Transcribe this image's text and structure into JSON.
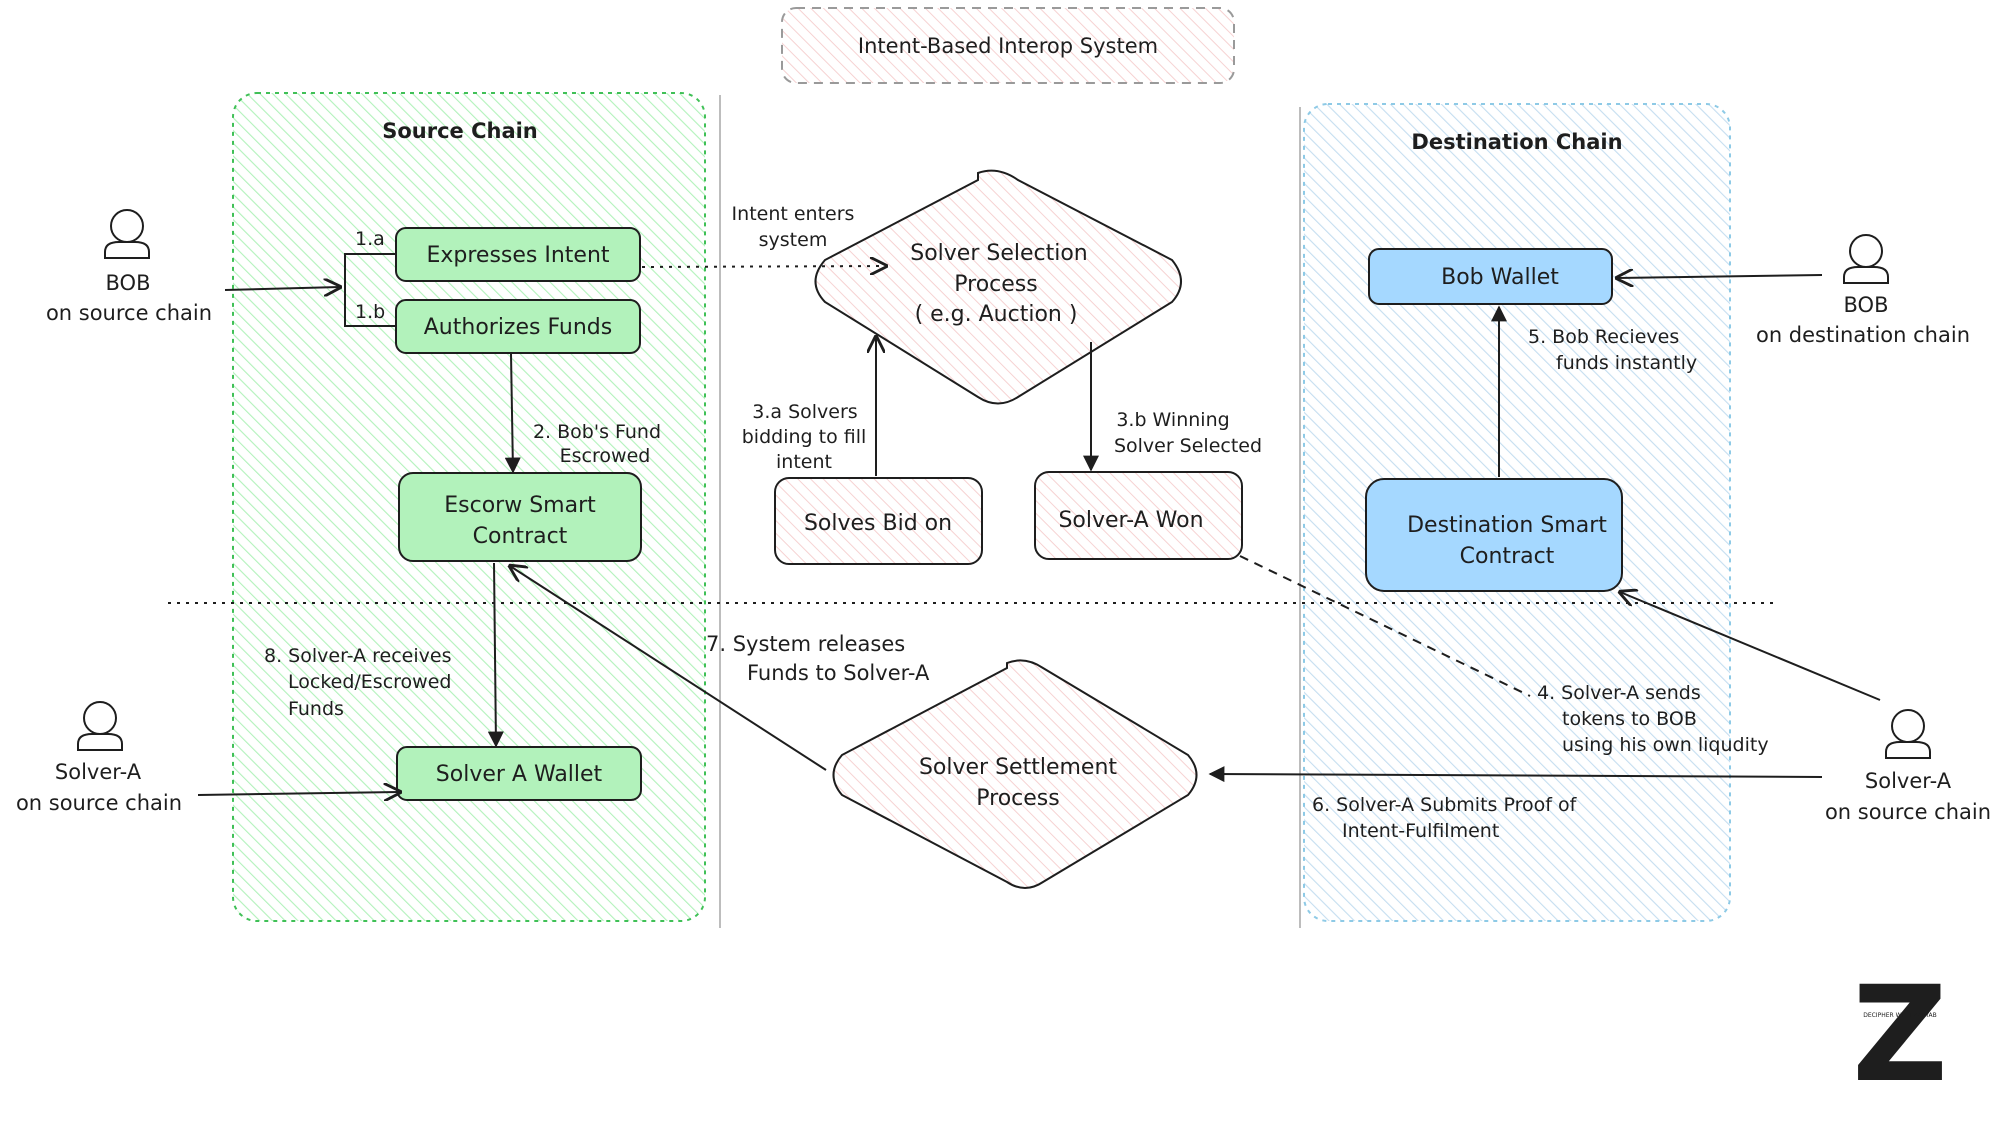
{
  "title": "Intent-Based Interop System",
  "colors": {
    "green_fill": "#b2f2bb",
    "green_stroke": "#2f9e44",
    "blue_fill": "#a5d8ff",
    "blue_stroke": "#1971c2",
    "pink_fill": "#ffe3e3",
    "stroke": "#1e1e1e"
  },
  "zones": {
    "source": "Source Chain",
    "destination": "Destination Chain"
  },
  "actors": {
    "bob_source": {
      "name": "BOB",
      "sub": "on source chain",
      "icon": "user-icon"
    },
    "bob_dest": {
      "name": "BOB",
      "sub": "on destination chain",
      "icon": "user-icon"
    },
    "solver_source_left": {
      "name": "Solver-A",
      "sub": "on source chain",
      "icon": "user-icon"
    },
    "solver_source_right": {
      "name": "Solver-A",
      "sub": "on source chain",
      "icon": "user-icon"
    }
  },
  "boxes": {
    "expresses_intent": "Expresses Intent",
    "authorizes_funds": "Authorizes Funds",
    "escrow_l1": "Escorw Smart",
    "escrow_l2": "Contract",
    "solver_wallet": "Solver A Wallet",
    "bob_wallet": "Bob Wallet",
    "dest_l1": "Destination Smart",
    "dest_l2": "Contract",
    "solves_bid": "Solves Bid on",
    "solver_won": "Solver-A Won"
  },
  "diamonds": {
    "selection": [
      "Solver Selection",
      "Process",
      "( e.g. Auction )"
    ],
    "settlement": [
      "Solver Settlement",
      "Process"
    ]
  },
  "labels": {
    "l_1a": "1.a",
    "l_1b": "1.b",
    "intent_enters": [
      "Intent enters",
      "system"
    ],
    "step2": [
      "2. Bob's Fund",
      "Escrowed"
    ],
    "step3a": [
      "3.a Solvers",
      "bidding to fill",
      "intent"
    ],
    "step3b": [
      "3.b Winning",
      "Solver Selected"
    ],
    "step4": [
      "4. Solver-A sends",
      "tokens to BOB",
      "using his own liqudity"
    ],
    "step5": [
      "5. Bob  Recieves",
      "funds instantly"
    ],
    "step6": [
      "6. Solver-A Submits Proof of",
      "Intent-Fulfilment"
    ],
    "step7": [
      "7. System releases",
      "Funds to Solver-A"
    ],
    "step8": [
      "8. Solver-A receives",
      "Locked/Escrowed",
      "Funds"
    ]
  },
  "logo": {
    "letter": "Z",
    "tagline": "DECIPHER WITH ZARYAB"
  }
}
